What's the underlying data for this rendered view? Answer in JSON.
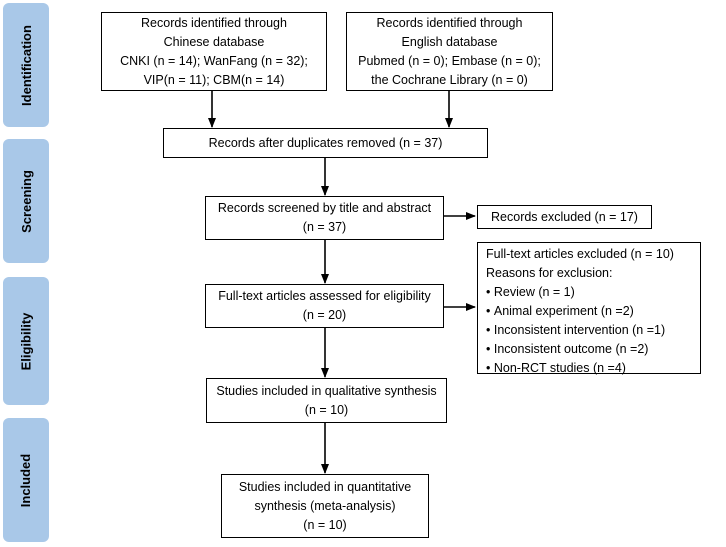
{
  "phases": {
    "identification": "Identification",
    "screening": "Screening",
    "eligibility": "Eligibility",
    "included": "Included"
  },
  "boxes": {
    "chinese_db": [
      "Records identified through",
      "Chinese database",
      "CNKI (n = 14); WanFang (n = 32);",
      "VIP(n = 11); CBM(n = 14)"
    ],
    "english_db": [
      "Records identified through",
      "English database",
      "Pubmed (n = 0); Embase (n = 0);",
      "the Cochrane Library (n = 0)"
    ],
    "duplicates_removed": [
      "Records after duplicates removed (n = 37)"
    ],
    "screened": [
      "Records screened by title and abstract",
      "(n = 37)"
    ],
    "excluded_records": [
      "Records excluded (n = 17)"
    ],
    "fulltext_assessed": [
      "Full-text articles assessed for eligibility",
      "(n = 20)"
    ],
    "fulltext_excluded": {
      "title": "Full-text articles excluded (n = 10)",
      "reasons_label": "Reasons for exclusion:",
      "reasons": [
        "Review (n = 1)",
        "Animal experiment (n =2)",
        "Inconsistent intervention (n =1)",
        "Inconsistent outcome (n =2)",
        "Non-RCT studies (n =4)"
      ]
    },
    "qualitative": [
      "Studies included in qualitative synthesis",
      "(n = 10)"
    ],
    "quantitative": [
      "Studies included in quantitative",
      "synthesis (meta-analysis)",
      "(n = 10)"
    ]
  }
}
